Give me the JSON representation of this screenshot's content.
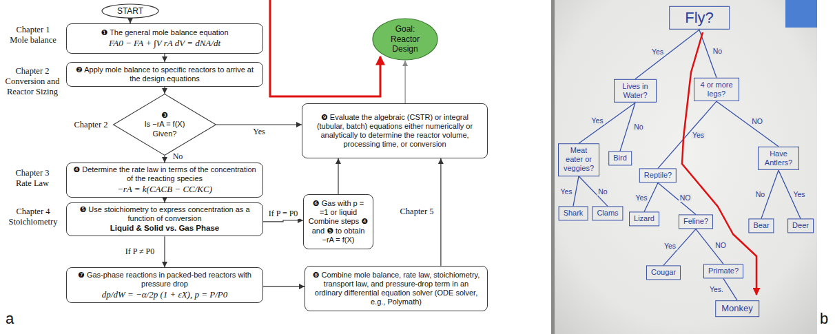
{
  "diagram": {
    "nodes": [
      {
        "text": [
          "START"
        ]
      },
      {
        "text": [
          "❶ The general mole balance equation",
          "FA0 − FA + ∫V rA dV = dNA/dt"
        ]
      },
      {
        "text": [
          "❷ Apply mole balance to specific reactors to arrive at the design equations"
        ]
      },
      {
        "text": [
          "❸",
          "Is −rA = f(X) Given?"
        ]
      },
      {
        "text": [
          "❹ Determine the rate law in terms of the concentration of the reacting species",
          "−rA = k(CACB − CC/KC)"
        ]
      },
      {
        "text": [
          "❺ Use stoichiometry to express concentration as a function of conversion",
          "Liquid & Solid vs. Gas Phase"
        ]
      },
      {
        "text": [
          "❻ Gas with p = =1 or liquid Combine steps ❹ and ❺ to obtain −rA = f(X)"
        ]
      },
      {
        "text": [
          "❼ Gas-phase reactions in packed-bed reactors with pressure drop",
          "dp/dW = −α/2p (1 + εX), p = P/P0"
        ]
      },
      {
        "text": [
          "❽ Combine mole balance, rate law, stoichiometry, transport law, and pressure-drop term in an ordinary differential equation solver (ODE solver, e.g., Polymath)"
        ]
      },
      {
        "text": [
          "❾ Evaluate the algebraic (CSTR) or integral (tubular, batch) equations either numerically or analytically to determine the reactor volume, processing time, or conversion"
        ]
      },
      {
        "text": [
          "Goal: Reactor Design"
        ]
      },
      {
        "text": [
          "Fly?"
        ]
      },
      {
        "text": [
          "Lives in Water?"
        ]
      },
      {
        "text": [
          "4 or more legs?"
        ]
      },
      {
        "text": [
          "Meat eater or veggies?"
        ]
      },
      {
        "text": [
          "Bird"
        ]
      },
      {
        "text": [
          "Reptile?"
        ]
      },
      {
        "text": [
          "Have Antlers?"
        ]
      },
      {
        "text": [
          "Shark"
        ]
      },
      {
        "text": [
          "Clams"
        ]
      },
      {
        "text": [
          "Lizard"
        ]
      },
      {
        "text": [
          "Feline?"
        ]
      },
      {
        "text": [
          "Bear"
        ]
      },
      {
        "text": [
          "Deer"
        ]
      },
      {
        "text": [
          "Cougar"
        ]
      },
      {
        "text": [
          "Primate?"
        ]
      },
      {
        "text": [
          "Monkey"
        ]
      }
    ],
    "edges": [
      {
        "from": 0,
        "to": 1,
        "arrow": "to"
      },
      {
        "from": 1,
        "to": 2,
        "arrow": "to"
      },
      {
        "from": 2,
        "to": 3,
        "arrow": "to"
      },
      {
        "from": 3,
        "to": 9,
        "label": "Yes",
        "arrow": "to"
      },
      {
        "from": 3,
        "to": 4,
        "label": "No",
        "arrow": "to"
      },
      {
        "from": 4,
        "to": 5,
        "arrow": "to"
      },
      {
        "from": 5,
        "to": 6,
        "label": "If P = P0",
        "arrow": "to"
      },
      {
        "from": 5,
        "to": 7,
        "label": "If P ≠ P0",
        "arrow": "to"
      },
      {
        "from": 6,
        "to": 9,
        "arrow": "to"
      },
      {
        "from": 7,
        "to": 8,
        "arrow": "to"
      },
      {
        "from": 8,
        "to": 9,
        "arrow": "to"
      },
      {
        "from": 9,
        "to": 10,
        "arrow": "to"
      },
      {
        "from": 11,
        "to": 12,
        "label": "Yes",
        "arrow": "none"
      },
      {
        "from": 11,
        "to": 13,
        "label": "No",
        "arrow": "none"
      },
      {
        "from": 12,
        "to": 14,
        "label": "Yes",
        "arrow": "none"
      },
      {
        "from": 12,
        "to": 15,
        "label": "No",
        "arrow": "none"
      },
      {
        "from": 13,
        "to": 16,
        "label": "Yes",
        "arrow": "none"
      },
      {
        "from": 13,
        "to": 17,
        "label": "NO",
        "arrow": "none"
      },
      {
        "from": 14,
        "to": 18,
        "label": "Yes",
        "arrow": "none"
      },
      {
        "from": 14,
        "to": 19,
        "label": "No",
        "arrow": "none"
      },
      {
        "from": 16,
        "to": 20,
        "label": "Yes",
        "arrow": "none"
      },
      {
        "from": 16,
        "to": 21,
        "label": "NO",
        "arrow": "none"
      },
      {
        "from": 17,
        "to": 22,
        "label": "No",
        "arrow": "none"
      },
      {
        "from": 17,
        "to": 23,
        "label": "Yes",
        "arrow": "none"
      },
      {
        "from": 21,
        "to": 24,
        "label": "Yes",
        "arrow": "none"
      },
      {
        "from": 21,
        "to": 25,
        "label": "NO",
        "arrow": "none"
      },
      {
        "from": 25,
        "to": 26,
        "label": "Yes.",
        "arrow": "none"
      }
    ],
    "labels": [
      "Chapter 1 Mole balance",
      "Chapter 2 Conversion and Reactor Sizing",
      "Chapter 2",
      "Chapter 3 Rate Law",
      "Chapter 4 Stoichiometry",
      "Chapter 5",
      "a",
      "b"
    ]
  }
}
